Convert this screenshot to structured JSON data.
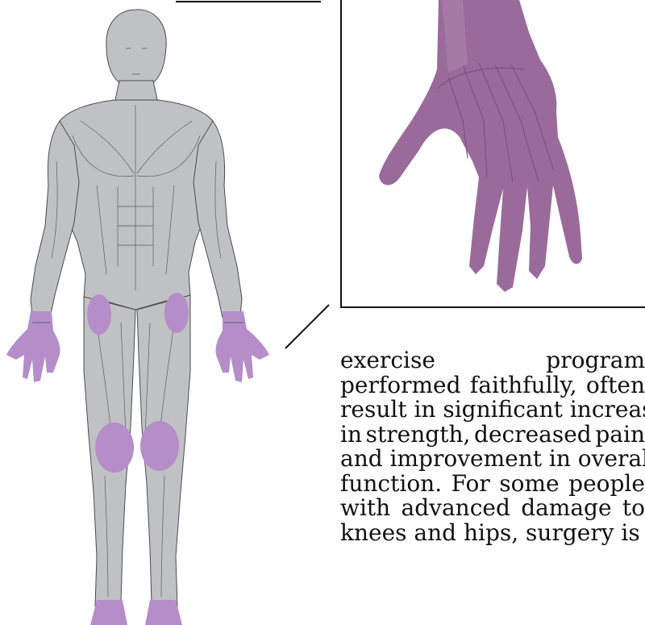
{
  "text": {
    "lines": [
      [
        "exercise",
        "program"
      ],
      [
        "performed",
        "faithfully,",
        "often"
      ],
      [
        "result in significant increases"
      ],
      [
        "in",
        "strength,",
        "decreased",
        "pain"
      ],
      [
        "and improvement in overall"
      ],
      [
        "function.",
        "For",
        "some",
        "people"
      ],
      [
        "with",
        "advanced",
        "damage",
        "to"
      ],
      [
        "knees and hips, surgery is"
      ]
    ]
  },
  "colors": {
    "body": "#bfc1c3",
    "outline": "#4a4c50",
    "highlight": "#b58dc9",
    "hand": "#9a6b9a",
    "hand_dark": "#7d4f84"
  }
}
